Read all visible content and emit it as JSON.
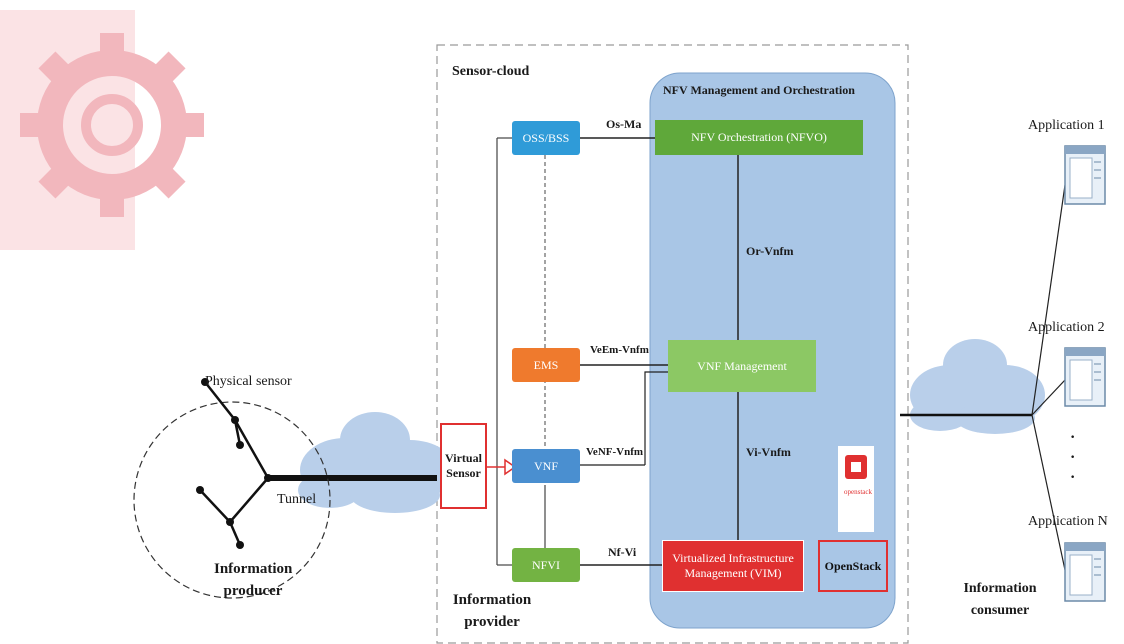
{
  "colors": {
    "oss": "#2f9bd8",
    "ems": "#ef7a2d",
    "vnf": "#4a8fd0",
    "nfvi": "#73b343",
    "nfvo": "#5fa83a",
    "vnfm": "#8cc864",
    "vim": "#e03030",
    "mano_bg": "#a9c6e6",
    "cloud": "#b9cfea",
    "watermark": "#f6c9cd"
  },
  "sensor_cloud": {
    "title": "Sensor-cloud",
    "provider_label": "Information provider"
  },
  "mano": {
    "title": "NFV Management and Orchestration",
    "nfvo": "NFV Orchestration (NFVO)",
    "vnf_management": "VNF Management",
    "vim": "Virtualized Infrastructure Management (VIM)",
    "openstack": "OpenStack",
    "openstack_logo_text": "openstack"
  },
  "left_stack": {
    "oss": "OSS/BSS",
    "ems": "EMS",
    "vnf": "VNF",
    "nfvi": "NFVI"
  },
  "interfaces": {
    "os_ma": "Os-Ma",
    "or_vnfm": "Or-Vnfm",
    "veem_vnfm": "VeEm-Vnfm",
    "venf_vnfm": "VeNF-Vnfm",
    "vi_vnfm": "Vi-Vnfm",
    "nf_vi": "Nf-Vi"
  },
  "virtual_sensor": "Virtual Sensor",
  "producer": {
    "physical_sensor": "Physical sensor",
    "tunnel": "Tunnel",
    "label": "Information producer"
  },
  "consumer": {
    "apps": [
      "Application 1",
      "Application 2",
      "Application N"
    ],
    "dots": "·\n·\n·",
    "label": "Information consumer"
  }
}
